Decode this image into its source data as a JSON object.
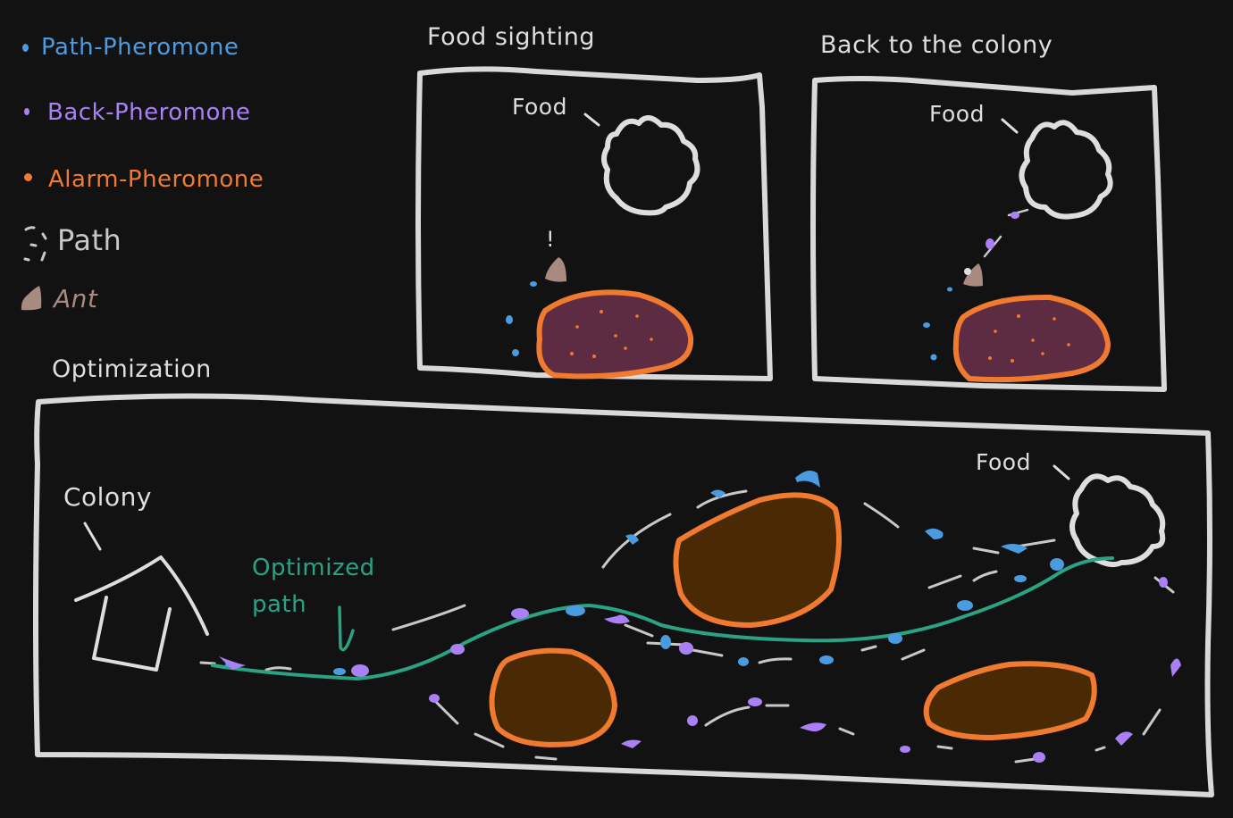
{
  "colors": {
    "background": "#121212",
    "stroke": "#d9d9d9",
    "path_pheromone": "#4a9be0",
    "back_pheromone": "#a980f5",
    "alarm_pheromone": "#f07a30",
    "ant": "#a88a80",
    "optimized_path": "#2ba383",
    "obstacle_fill_alarm": "#5e2c42",
    "obstacle_fill": "#4a2a05"
  },
  "legend": {
    "items": [
      {
        "label": "Path-Pheromone",
        "icon": "dot-icon",
        "color": "#4a9be0"
      },
      {
        "label": "Back-Pheromone",
        "icon": "dot-icon",
        "color": "#a980f5"
      },
      {
        "label": "Alarm-Pheromone",
        "icon": "dot-icon",
        "color": "#f07a30"
      },
      {
        "label": "Path",
        "icon": "dashed-arc-icon",
        "color": "#c8c8c8"
      },
      {
        "label": "Ant",
        "icon": "ant-icon",
        "color": "#a88a80"
      }
    ]
  },
  "panels": {
    "food_sighting": {
      "title": "Food sighting",
      "food_label": "Food",
      "alert": "!"
    },
    "back_to_colony": {
      "title": "Back to the colony",
      "food_label": "Food"
    },
    "optimization": {
      "title": "Optimization",
      "colony_label": "Colony",
      "food_label": "Food",
      "optimized_label_line1": "Optimized",
      "optimized_label_line2": "path"
    }
  }
}
